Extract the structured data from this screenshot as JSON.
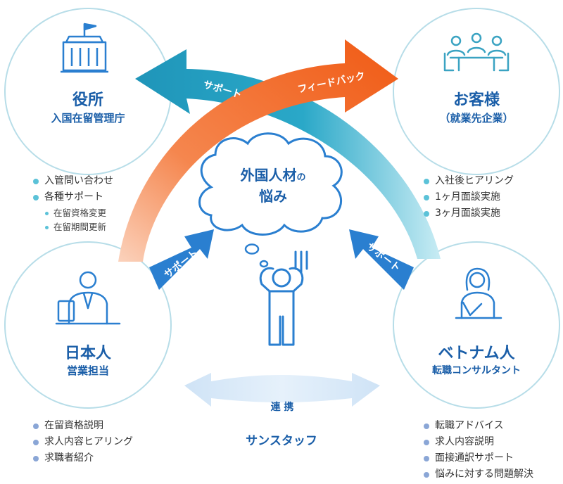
{
  "center": {
    "line1": "外国人材",
    "particle": "の",
    "line2": "悩み"
  },
  "nodes": {
    "govt": {
      "title": "役所",
      "subtitle": "入国在留管理庁"
    },
    "client": {
      "title": "お客様",
      "subtitle": "（就業先企業）"
    },
    "japanese": {
      "title": "日本人",
      "subtitle": "営業担当"
    },
    "vietnamese": {
      "title": "ベトナム人",
      "subtitle": "転職コンサルタント"
    }
  },
  "arrows": {
    "support_top": "サポート",
    "feedback": "フィードバック",
    "support_left": "サポート",
    "support_right": "サポート",
    "collaboration": "連 携"
  },
  "company": "サンスタッフ",
  "lists": {
    "govt": {
      "items": [
        "入管問い合わせ",
        "各種サポート"
      ],
      "sub": [
        "在留資格変更",
        "在留期間更新"
      ]
    },
    "client": [
      "入社後ヒアリング",
      "1ヶ月面談実施",
      "3ヶ月面談実施"
    ],
    "japanese": [
      "在留資格説明",
      "求人内容ヒアリング",
      "求職者紹介"
    ],
    "vietnamese": [
      "転職アドバイス",
      "求人内容説明",
      "面接通訳サポート",
      "悩みに対する問題解決"
    ]
  },
  "colors": {
    "title_blue": "#1a5ea8",
    "circle_border": "#b7dde8",
    "cyan_arrow": "#2aa8c8",
    "orange_arrow": "#f05a14",
    "blue_arrow": "#2a7fd0",
    "collab_arrow": "#d6e8f8"
  }
}
